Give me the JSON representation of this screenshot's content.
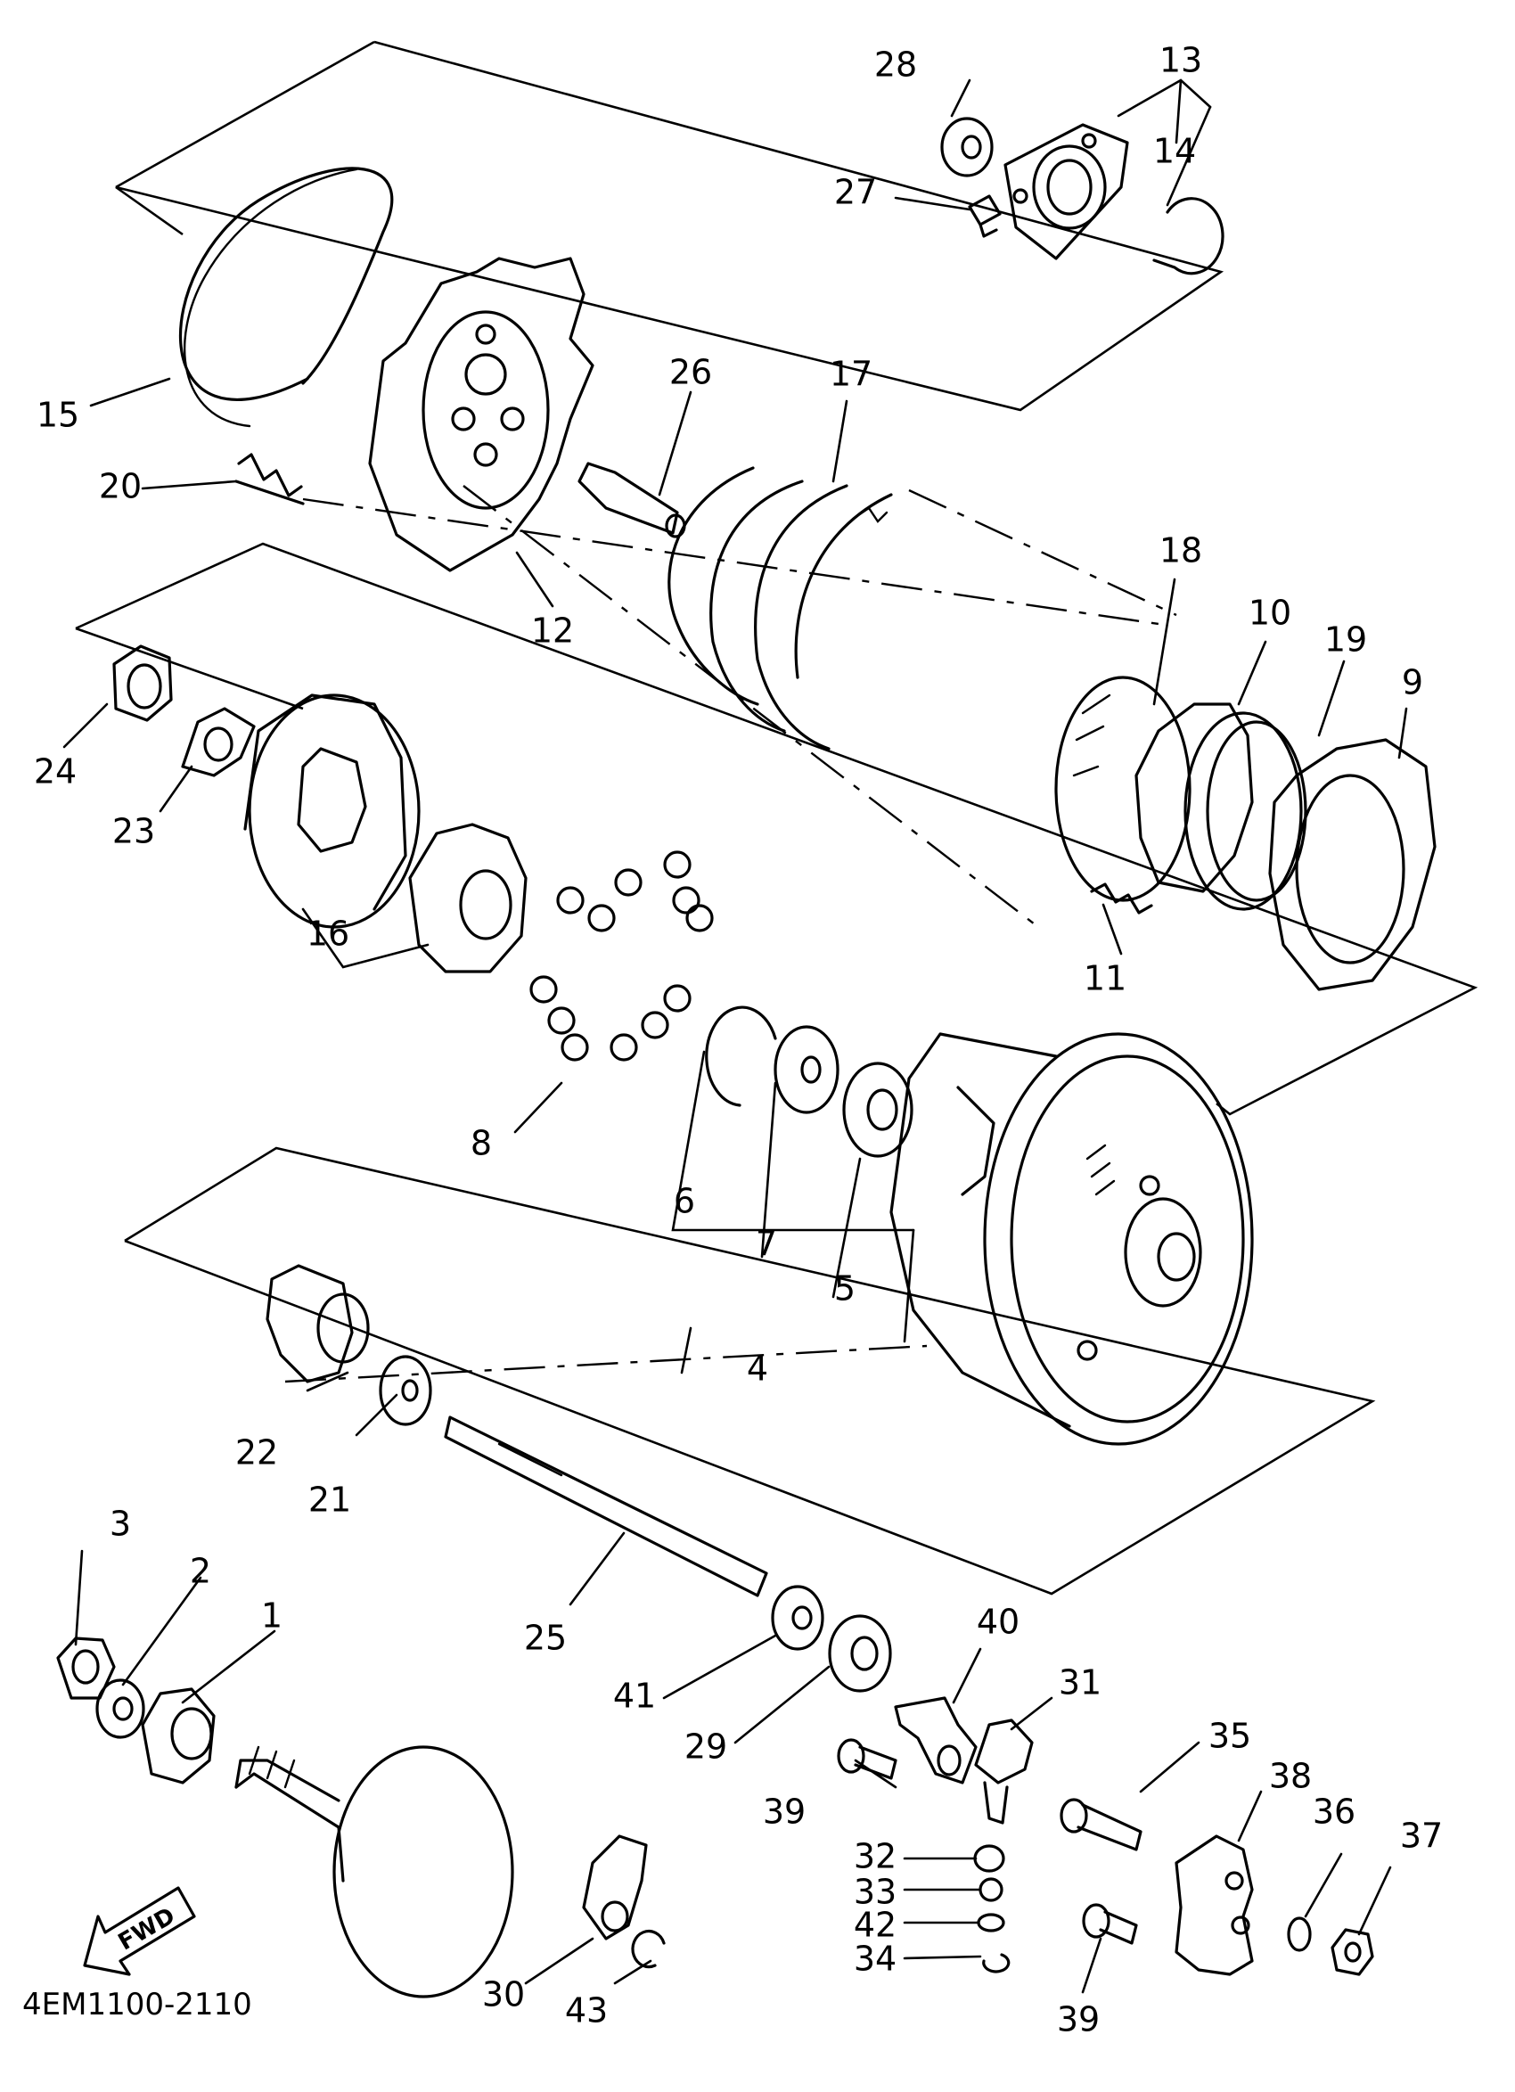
{
  "diagram_code": "4EM1100-2110",
  "fwd_label": "FWD",
  "callouts": [
    {
      "id": "c28",
      "label": "28"
    },
    {
      "id": "c13",
      "label": "13"
    },
    {
      "id": "c14",
      "label": "14"
    },
    {
      "id": "c27",
      "label": "27"
    },
    {
      "id": "c15",
      "label": "15"
    },
    {
      "id": "c26",
      "label": "26"
    },
    {
      "id": "c17",
      "label": "17"
    },
    {
      "id": "c20",
      "label": "20"
    },
    {
      "id": "c12",
      "label": "12"
    },
    {
      "id": "c18",
      "label": "18"
    },
    {
      "id": "c10",
      "label": "10"
    },
    {
      "id": "c19",
      "label": "19"
    },
    {
      "id": "c9",
      "label": "9"
    },
    {
      "id": "c24",
      "label": "24"
    },
    {
      "id": "c23",
      "label": "23"
    },
    {
      "id": "c16",
      "label": "16"
    },
    {
      "id": "c11",
      "label": "11"
    },
    {
      "id": "c8",
      "label": "8"
    },
    {
      "id": "c6",
      "label": "6"
    },
    {
      "id": "c7",
      "label": "7"
    },
    {
      "id": "c5",
      "label": "5"
    },
    {
      "id": "c4",
      "label": "4"
    },
    {
      "id": "c22",
      "label": "22"
    },
    {
      "id": "c21",
      "label": "21"
    },
    {
      "id": "c3",
      "label": "3"
    },
    {
      "id": "c2",
      "label": "2"
    },
    {
      "id": "c1",
      "label": "1"
    },
    {
      "id": "c25",
      "label": "25"
    },
    {
      "id": "c40",
      "label": "40"
    },
    {
      "id": "c41",
      "label": "41"
    },
    {
      "id": "c31",
      "label": "31"
    },
    {
      "id": "c29",
      "label": "29"
    },
    {
      "id": "c35",
      "label": "35"
    },
    {
      "id": "c38",
      "label": "38"
    },
    {
      "id": "c39a",
      "label": "39"
    },
    {
      "id": "c32",
      "label": "32"
    },
    {
      "id": "c36",
      "label": "36"
    },
    {
      "id": "c37",
      "label": "37"
    },
    {
      "id": "c33",
      "label": "33"
    },
    {
      "id": "c42",
      "label": "42"
    },
    {
      "id": "c30",
      "label": "30"
    },
    {
      "id": "c34",
      "label": "34"
    },
    {
      "id": "c43",
      "label": "43"
    },
    {
      "id": "c39b",
      "label": "39"
    }
  ]
}
